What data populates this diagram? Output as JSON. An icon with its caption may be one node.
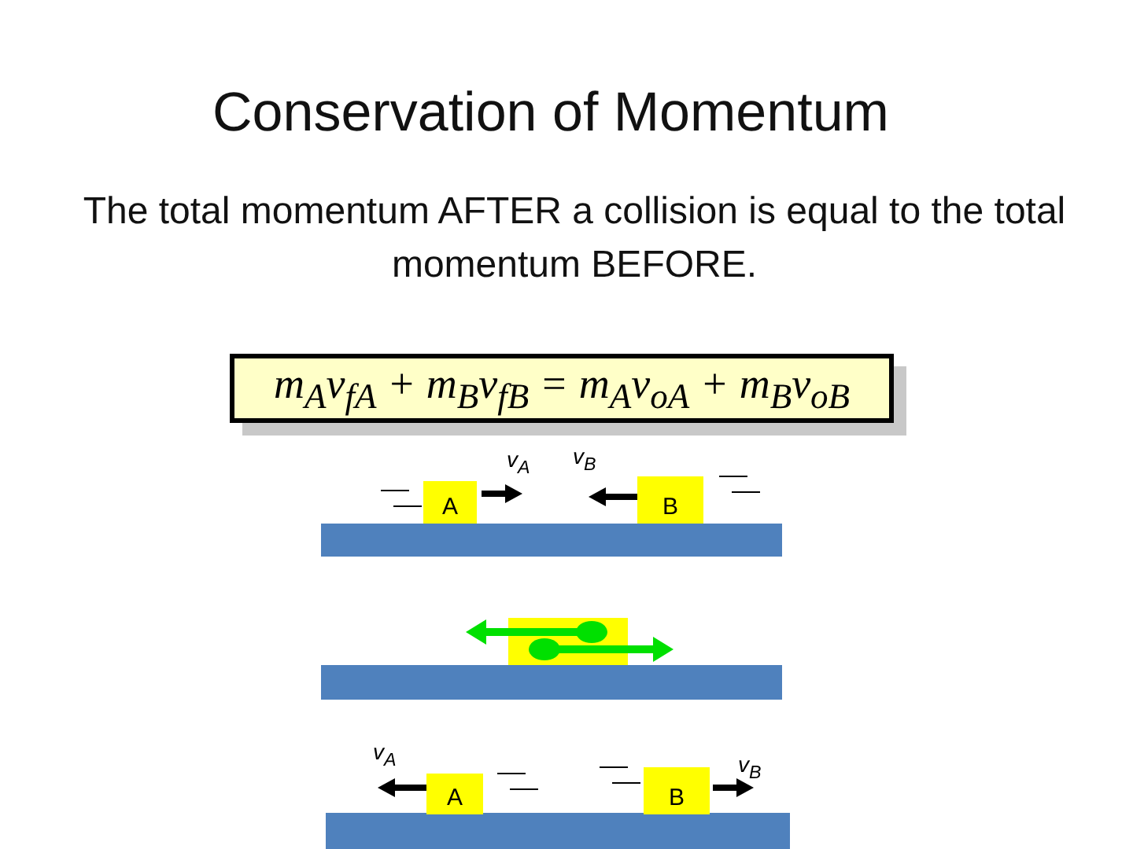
{
  "diagram": {
    "title": "Conservation of Momentum",
    "nodes": [
      {
        "text": [
          "m$_{A}$v$_{fA}$ + m$_{B}$v$_{fB}$ = m$_{A}$v$_{oA}$ +  m$_{B}$v$_{oB}$"
        ]
      },
      {
        "text": [
          "A"
        ]
      },
      {
        "text": [
          "B"
        ]
      },
      {
        "text": [],
        "shape": "box"
      },
      {
        "text": [
          "A"
        ]
      },
      {
        "text": [
          "B"
        ]
      }
    ],
    "labels": [
      "The total momentum AFTER a collision is equal to the total momentum BEFORE.",
      "v$_{A}$",
      "v$_{B}$",
      "v$_{A}$",
      "v$_{B}$"
    ]
  }
}
